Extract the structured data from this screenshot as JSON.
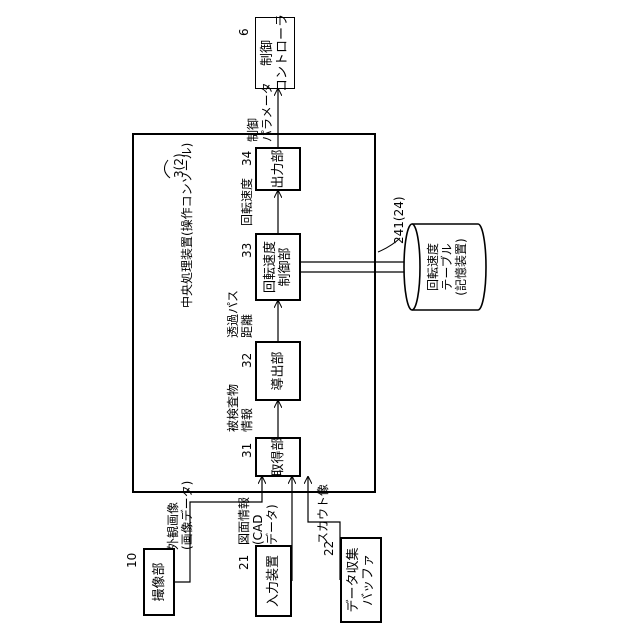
{
  "central": {
    "label": "中央処理装置(操作コンソール)",
    "ref": "3(2)"
  },
  "inputs": [
    {
      "ref": "10",
      "label": "撮像部",
      "signal": "外観画像\n(画像データ)"
    },
    {
      "ref": "21",
      "label": "入力装置",
      "signal": "図面情報\n(CAD\nデータ)"
    },
    {
      "ref": "22",
      "label": "データ収集\nバッファ",
      "signal": "スカウト像"
    }
  ],
  "units": [
    {
      "ref": "31",
      "label": "取得部"
    },
    {
      "ref": "32",
      "label": "導出部"
    },
    {
      "ref": "33",
      "label": "回転速度\n制御部"
    },
    {
      "ref": "34",
      "label": "出力部"
    }
  ],
  "links": [
    {
      "label": "被検査物\n情報"
    },
    {
      "label": "透過パス\n距離"
    },
    {
      "label": "回転速度"
    }
  ],
  "storage": {
    "ref": "241(24)",
    "label": "回転速度\nテーブル\n(記憶装置)"
  },
  "controller": {
    "ref": "6",
    "label": "制御\nコントローラ"
  },
  "control_param": {
    "label": "制御\nパラメータ"
  }
}
